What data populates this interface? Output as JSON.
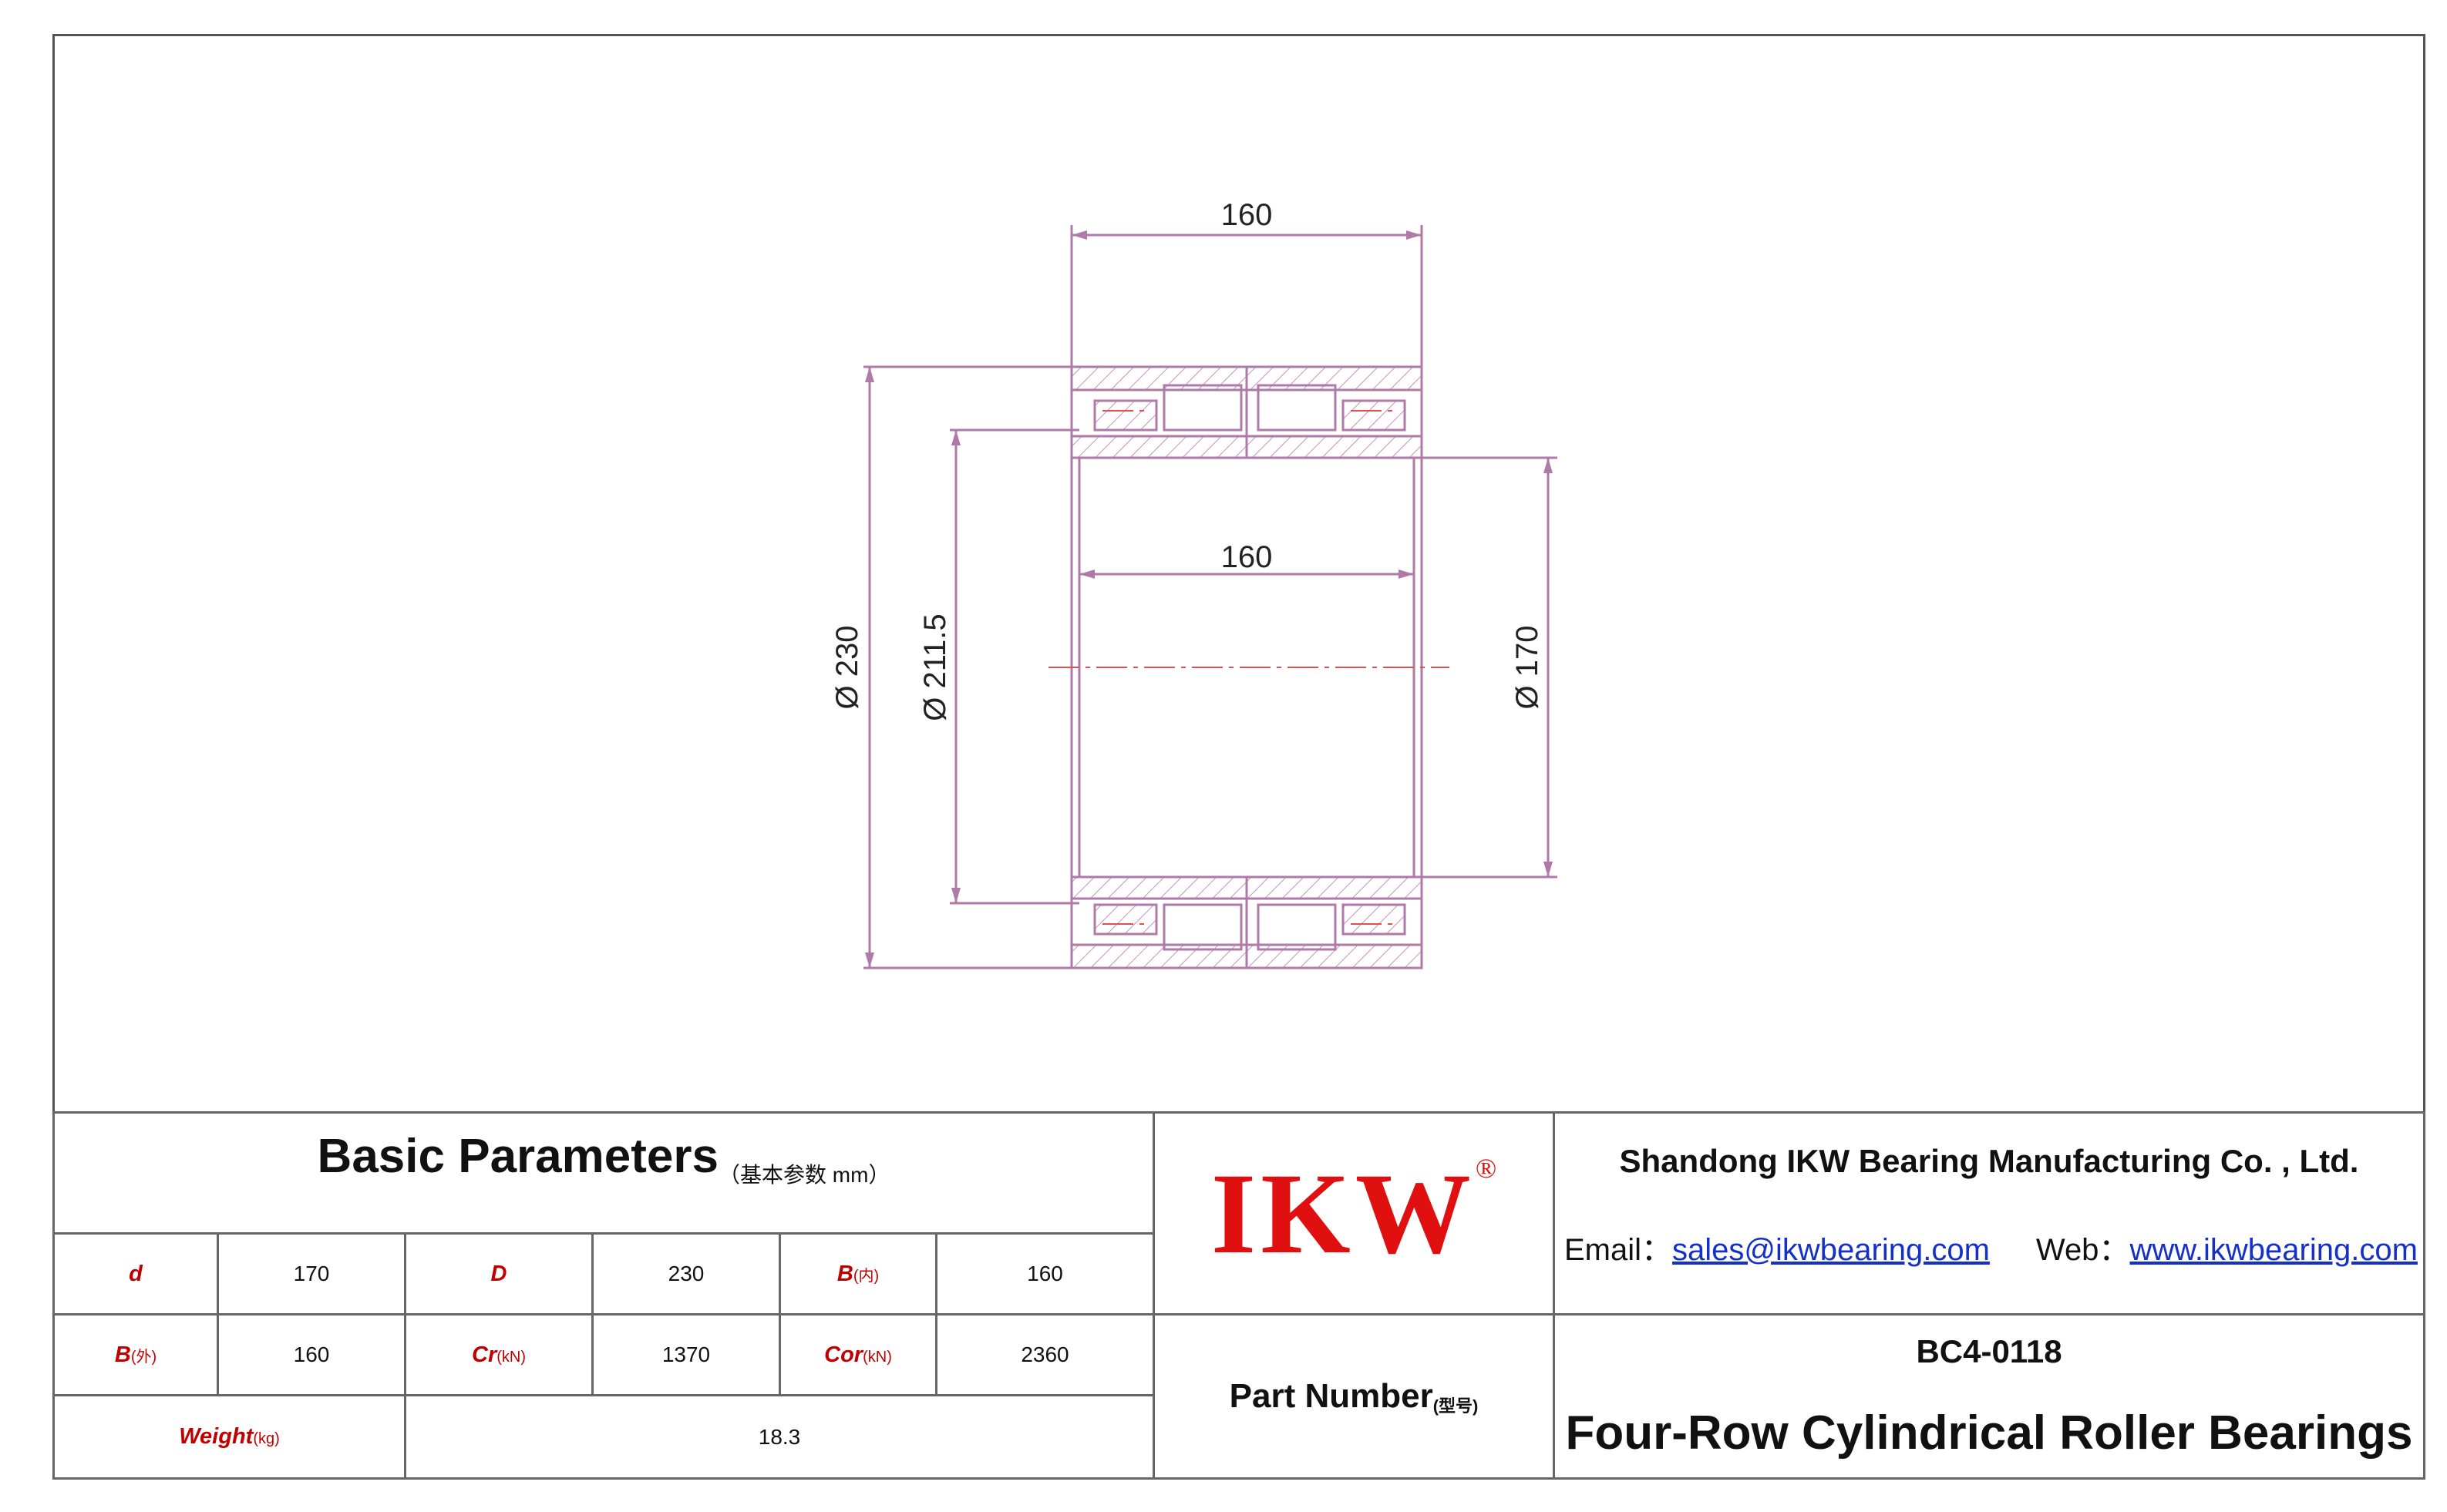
{
  "drawing": {
    "dim_width_top": "160",
    "dim_width_mid": "160",
    "dim_outer": "Ø 230",
    "dim_raceway": "Ø 211.5",
    "dim_bore": "Ø 170",
    "line_color": "#b07aa8",
    "hatch_color": "#c890c0",
    "center_color": "#e05050"
  },
  "params": {
    "title": "Basic Parameters",
    "subtitle": "（基本参数 mm）",
    "row1": [
      {
        "label": "d",
        "sub": "",
        "value": "170"
      },
      {
        "label": "D",
        "sub": "",
        "value": "230"
      },
      {
        "label": "B",
        "sub": "(内)",
        "value": "160"
      }
    ],
    "row2": [
      {
        "label": "B",
        "sub": "(外)",
        "value": "160"
      },
      {
        "label": "Cr",
        "sub": "(kN)",
        "value": "1370"
      },
      {
        "label": "Cor",
        "sub": "(kN)",
        "value": "2360"
      }
    ],
    "weight_label": "Weight",
    "weight_sub": "(kg)",
    "weight_value": "18.3"
  },
  "logo": {
    "text": "IKW",
    "mark": "®",
    "color": "#e01010"
  },
  "part_number_label": "Part Number",
  "part_number_sub": "(型号)",
  "company": {
    "name": "Shandong IKW Bearing Manufacturing Co. , Ltd.",
    "email_label": "Email：",
    "email": "sales@ikwbearing.com",
    "web_label": "Web：",
    "web": "www.ikwbearing.com"
  },
  "product": {
    "code": "BC4-0118",
    "name": "Four-Row Cylindrical Roller Bearings"
  },
  "colors": {
    "label_red": "#c00000",
    "link_blue": "#1530c8"
  }
}
